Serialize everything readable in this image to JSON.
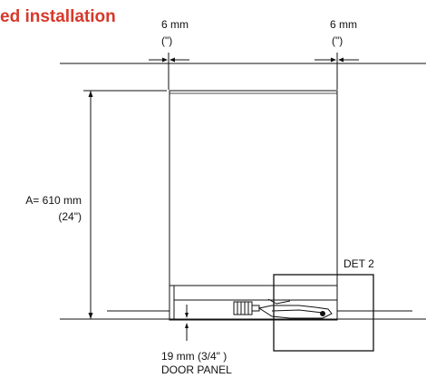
{
  "heading": "ed installation",
  "left_gap": {
    "value": "6 mm",
    "inch": "(\")"
  },
  "right_gap": {
    "value": "6 mm",
    "inch": "(\")"
  },
  "height_dim": {
    "value": "A= 610 mm",
    "inch": "(24\")"
  },
  "detail": {
    "label": "DET 2"
  },
  "door_panel": {
    "value": "19 mm (3/4\" )",
    "label": "DOOR PANEL"
  },
  "colors": {
    "heading": "#d7382b",
    "line": "#111111"
  }
}
